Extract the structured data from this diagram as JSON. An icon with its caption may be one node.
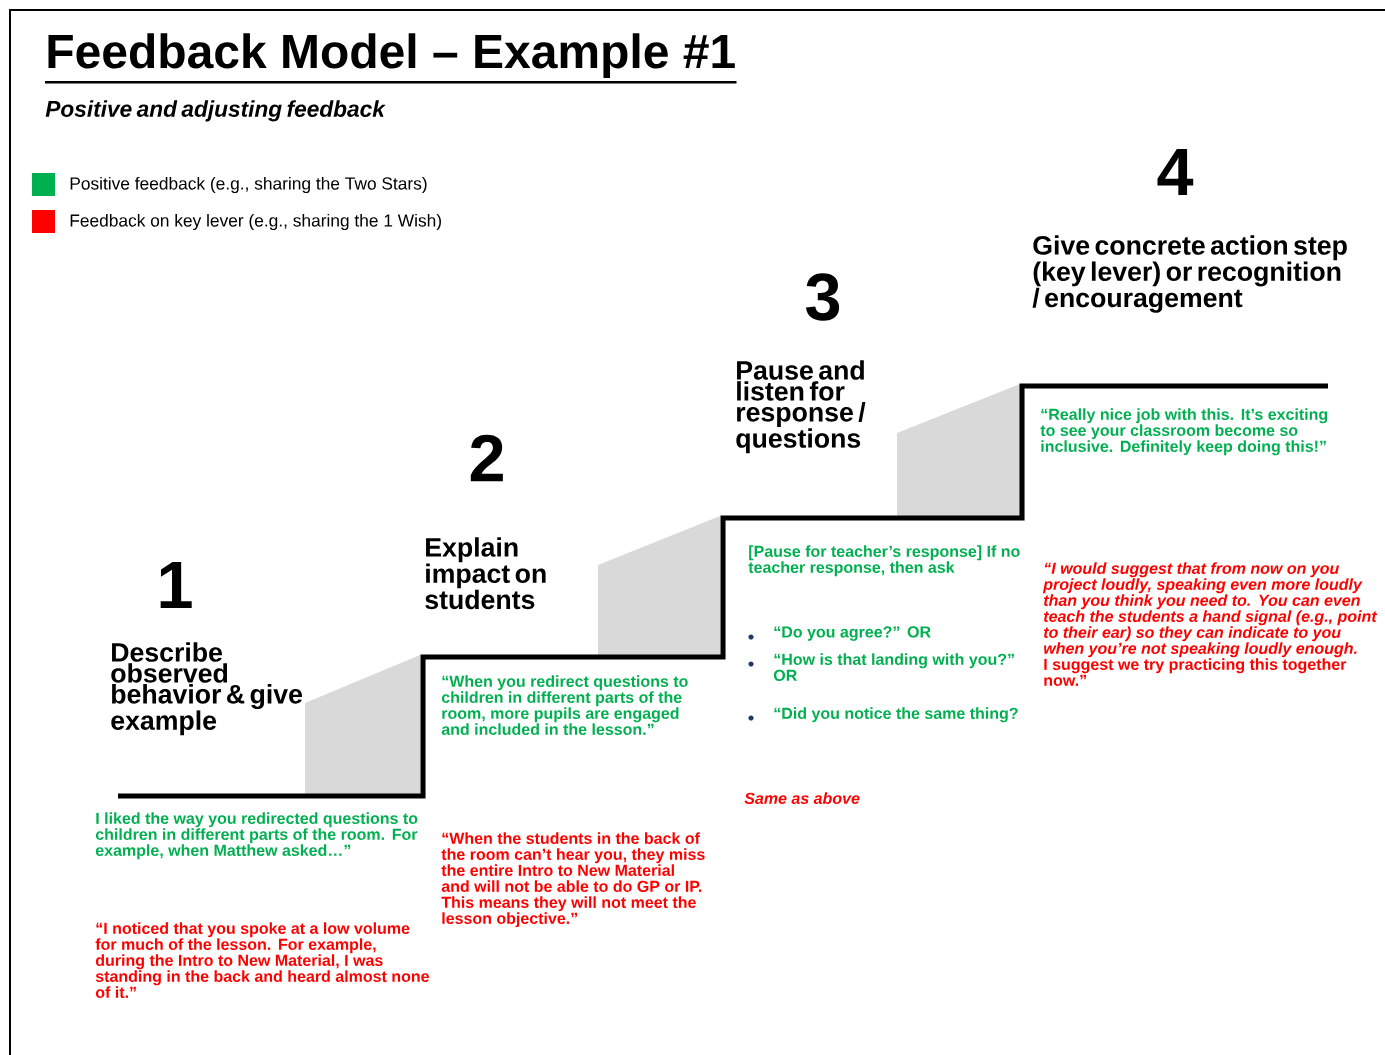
{
  "diagram": {
    "title": "Feedback Model – Example #1",
    "labels": [
      "Positive and adjusting feedback",
      "1",
      "Describe observed behavior & give example",
      "I liked the way you redirected questions to children in different parts of the room. For example, when Matthew asked…”",
      "“I noticed that you spoke at a low volume for much of the lesson. For example, during the Intro to New Material, I was standing in the back and heard almost none of it.”",
      "2",
      "Explain impact on students",
      "“When you redirect questions to children in different parts of the room, more pupils are engaged and included in the lesson.”",
      "“When the students in the back of the room can’t hear you, they miss the entire Intro to New Material and will not be able to do GP or IP. This means they will not meet the lesson objective.”",
      "3",
      "Pause and listen for response / questions",
      "[Pause for teacher’s response] If no teacher response, then ask",
      "“Do you agree?” OR",
      "“How is that landing with you?” OR",
      "“Did you notice the same thing?",
      "Same as above",
      "4",
      "Give concrete action step (key lever) or recognition / encouragement",
      "“Really nice job with this. It’s exciting to see your classroom become so inclusive. Definitely keep doing this!”",
      "*“I would suggest that from now on you project loudly, speaking even more loudly than you think you need to. You can even teach the students a hand signal (e.g., point to their ear) so they can indicate to you when you’re not speaking loudly enough.* I suggest we try practicing this together now.”"
    ],
    "legend": [
      {
        "text": "Positive feedback (e.g., sharing the Two Stars)",
        "color": "#00b050"
      },
      {
        "text": "Feedback on key lever (e.g., sharing the 1 Wish)",
        "color": "#ff0000"
      }
    ]
  }
}
